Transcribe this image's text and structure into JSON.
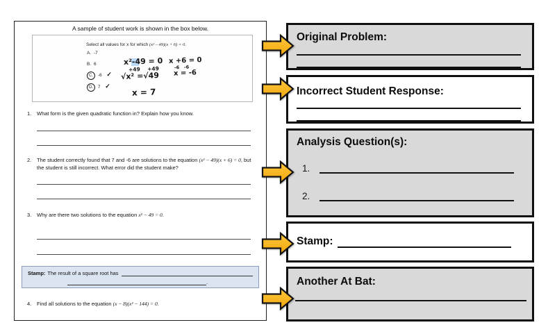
{
  "worksheet": {
    "header": "A sample of student work is shown in the box below.",
    "sample": {
      "prompt_pre": "Select all values for x for which ",
      "prompt_math": "(x² – 49)(x + 6) = 0",
      "prompt_post": ".",
      "choices": [
        {
          "letter": "A.",
          "value": "-7",
          "check": ""
        },
        {
          "letter": "B.",
          "value": "6",
          "check": ""
        },
        {
          "letter": "C.",
          "value": "-6",
          "check": "✓"
        },
        {
          "letter": "D.",
          "value": "7",
          "check": "✓"
        }
      ],
      "handwork": {
        "l1": "x²-49 = 0",
        "l2": "+49    +49",
        "l3": "√x² =√49",
        "l4": "x = 7",
        "r1": "x +6 = 0",
        "r2": "-6   -6",
        "r3": "x = -6"
      }
    },
    "questions": [
      {
        "number": "1.",
        "text": "What form is the given quadratic function in? Explain how you know."
      },
      {
        "number": "2.",
        "pre": "The student correctly found that 7 and -6 are solutions to the equation ",
        "math": "(x² − 49)(x + 6) = 0",
        "post": ", but the student is still incorrect. What error did the student make?"
      },
      {
        "number": "3.",
        "pre": "Why are there two solutions to the equation ",
        "math": "x² − 49 = 0",
        "post": "."
      },
      {
        "number": "4.",
        "pre": "Find all solutions to the equation ",
        "math": "(x − 8)(x² − 144) = 0",
        "post": "."
      }
    ],
    "stamp": {
      "label": "Stamp:",
      "lead": "The result of a square root has",
      "line2_end": "."
    }
  },
  "panels": [
    {
      "title": "Original Problem:"
    },
    {
      "title": "Incorrect Student Response:"
    },
    {
      "title": "Analysis Question(s):",
      "item1": "1.",
      "item2": "2."
    },
    {
      "title": "Stamp:"
    },
    {
      "title": "Another At Bat:"
    }
  ],
  "colors": {
    "panel_gray": "#d9d9d9",
    "panel_border": "#101010",
    "arrow_top": "#ffc83c",
    "arrow_bottom": "#f2a60d",
    "stamp_fill": "#dbe5f1",
    "stamp_border": "#8a9cc0"
  }
}
